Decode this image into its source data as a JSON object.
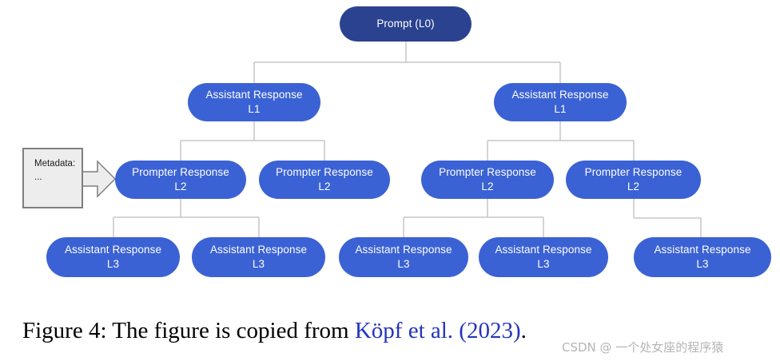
{
  "diagram": {
    "root_color": "#2a428f",
    "node_color": "#3b62d4",
    "line_color": "#c6c6c6",
    "nodes": [
      {
        "name": "prompt-l0",
        "line1": "Prompt (L0)",
        "line2": ""
      },
      {
        "name": "assistant-response-l1-left",
        "line1": "Assistant Response",
        "line2": "L1"
      },
      {
        "name": "assistant-response-l1-right",
        "line1": "Assistant Response",
        "line2": "L1"
      },
      {
        "name": "prompter-response-l2-1",
        "line1": "Prompter Response",
        "line2": "L2"
      },
      {
        "name": "prompter-response-l2-2",
        "line1": "Prompter Response",
        "line2": "L2"
      },
      {
        "name": "prompter-response-l2-3",
        "line1": "Prompter Response",
        "line2": "L2"
      },
      {
        "name": "prompter-response-l2-4",
        "line1": "Prompter Response",
        "line2": "L2"
      },
      {
        "name": "assistant-response-l3-1",
        "line1": "Assistant Response",
        "line2": "L3"
      },
      {
        "name": "assistant-response-l3-2",
        "line1": "Assistant Response",
        "line2": "L3"
      },
      {
        "name": "assistant-response-l3-3",
        "line1": "Assistant Response",
        "line2": "L3"
      },
      {
        "name": "assistant-response-l3-4",
        "line1": "Assistant Response",
        "line2": "L3"
      },
      {
        "name": "assistant-response-l3-5",
        "line1": "Assistant Response",
        "line2": "L3"
      }
    ],
    "metadata_box": {
      "title": "Metadata:",
      "ellipsis": "...",
      "fill": "#ededed",
      "border": "#7f7f7f"
    }
  },
  "caption": {
    "prefix": "Figure 4: The figure is copied from ",
    "link": "Köpf et al. (2023)",
    "suffix": ".",
    "link_color": "#2434bd"
  },
  "watermark": {
    "text": "CSDN @ 一个处女座的程序猿",
    "color": "#b5b5b5"
  }
}
